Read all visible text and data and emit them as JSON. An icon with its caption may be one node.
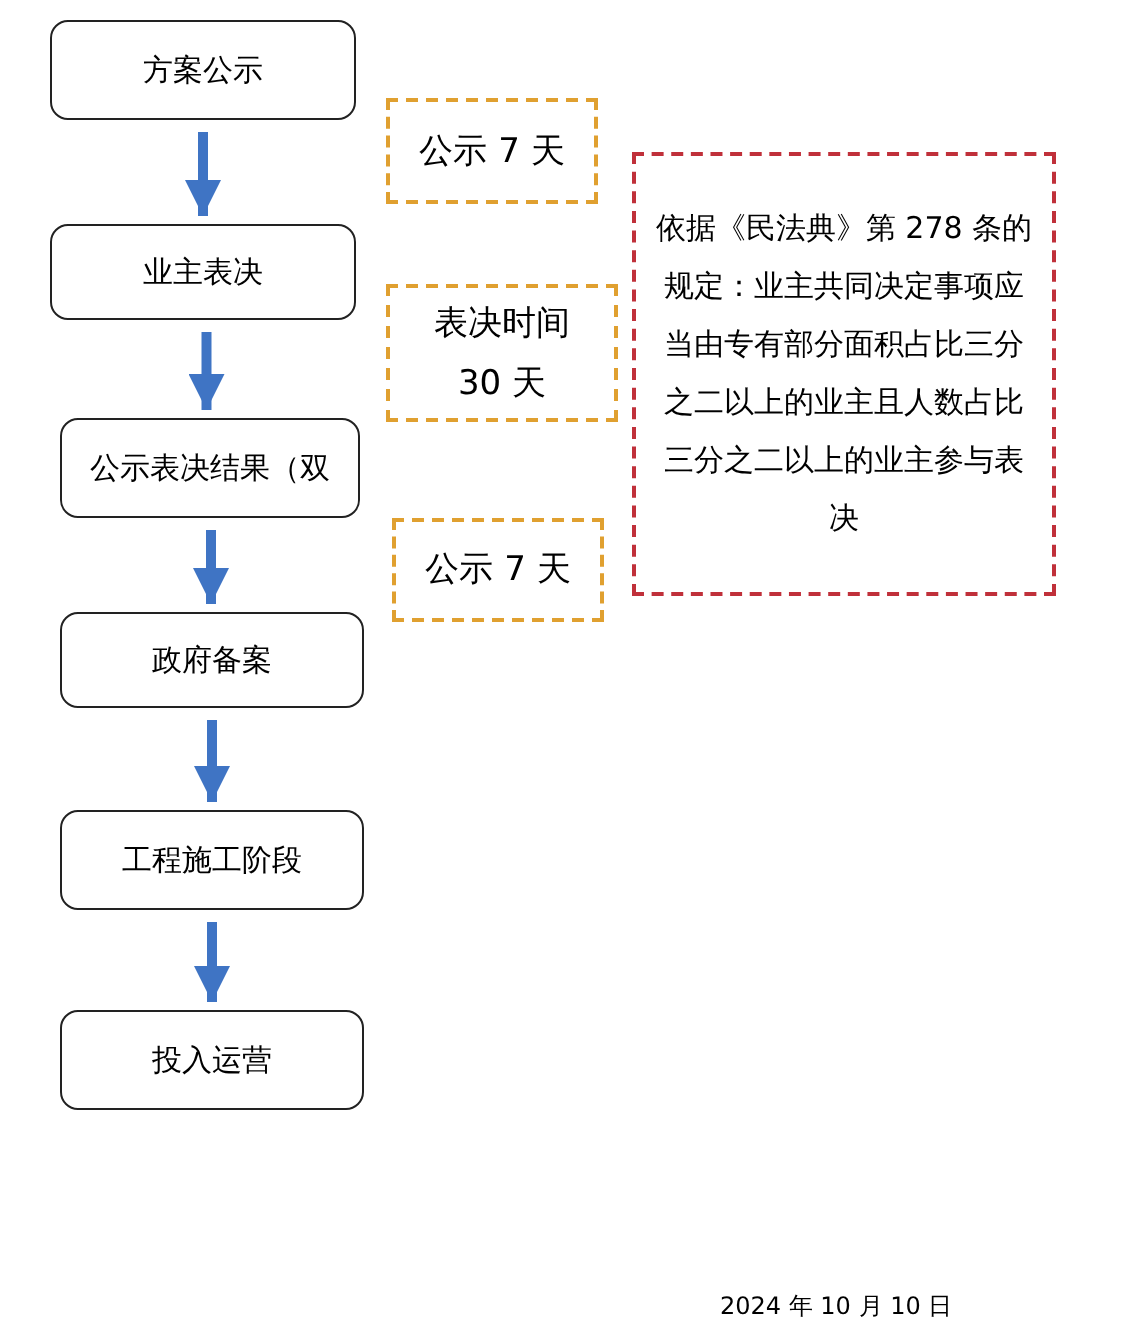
{
  "diagram": {
    "nodes": [
      {
        "text": [
          "方案公示"
        ]
      },
      {
        "text": [
          "业主表决"
        ]
      },
      {
        "text": [
          "公示表决结果（双"
        ]
      },
      {
        "text": [
          "政府备案"
        ]
      },
      {
        "text": [
          "工程施工阶段"
        ]
      },
      {
        "text": [
          "投入运营"
        ]
      },
      {
        "text": [
          "公示 7 天"
        ]
      },
      {
        "text": [
          "表决时间 30 天"
        ]
      },
      {
        "text": [
          "公示 7 天"
        ]
      },
      {
        "text": [
          "依据《民法典》第 278 条的规定：业主共同决定事项应当由专有部分面积占比三分之二以上的业主且人数占比三分之二以上的业主参与表决"
        ]
      }
    ],
    "edges": [
      {
        "from": 0,
        "to": 1,
        "arrow": "to"
      },
      {
        "from": 1,
        "to": 2,
        "arrow": "to"
      },
      {
        "from": 2,
        "to": 3,
        "arrow": "to"
      },
      {
        "from": 3,
        "to": 4,
        "arrow": "to"
      },
      {
        "from": 4,
        "to": 5,
        "arrow": "to"
      }
    ],
    "labels": [
      "2024 年 10 月 10 日"
    ]
  }
}
